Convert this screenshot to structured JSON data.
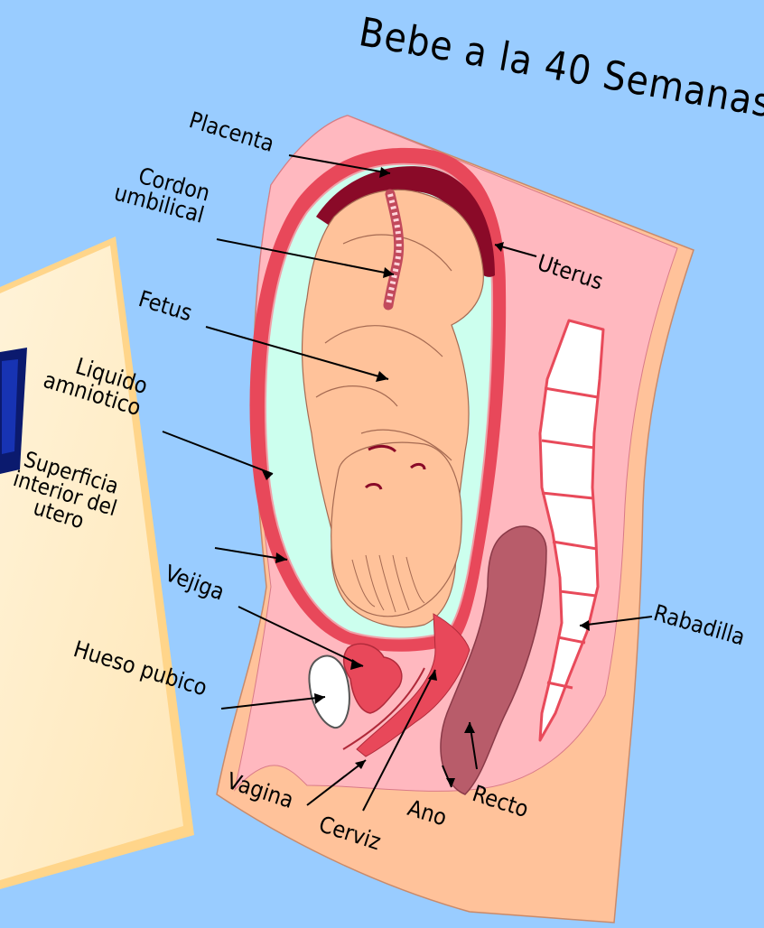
{
  "title": "Bebe a la 40 Semanas",
  "labels": {
    "placenta": "Placenta",
    "cordon_1": "Cordon",
    "cordon_2": "umbilical",
    "uterus": "Uterus",
    "fetus": "Fetus",
    "liquido_1": "Liquido",
    "liquido_2": "amniotico",
    "superficie_1": "Superficia",
    "superficie_2": "interior del",
    "superficie_3": "utero",
    "vejiga": "Vejiga",
    "hueso": "Hueso pubico",
    "rabadilla": "Rabadilla",
    "vagina": "Vagina",
    "cerviz": "Cerviz",
    "ano": "Ano",
    "recto": "Recto"
  },
  "colors": {
    "background": "#99ccff",
    "body_pink": "#ffb8bf",
    "skin_peach": "#ffc29a",
    "uterus_red": "#e8485a",
    "placenta": "#8a0a28",
    "fluid": "#ccffee",
    "rectum": "#b85c6a",
    "spine_outline": "#e84a5a"
  }
}
